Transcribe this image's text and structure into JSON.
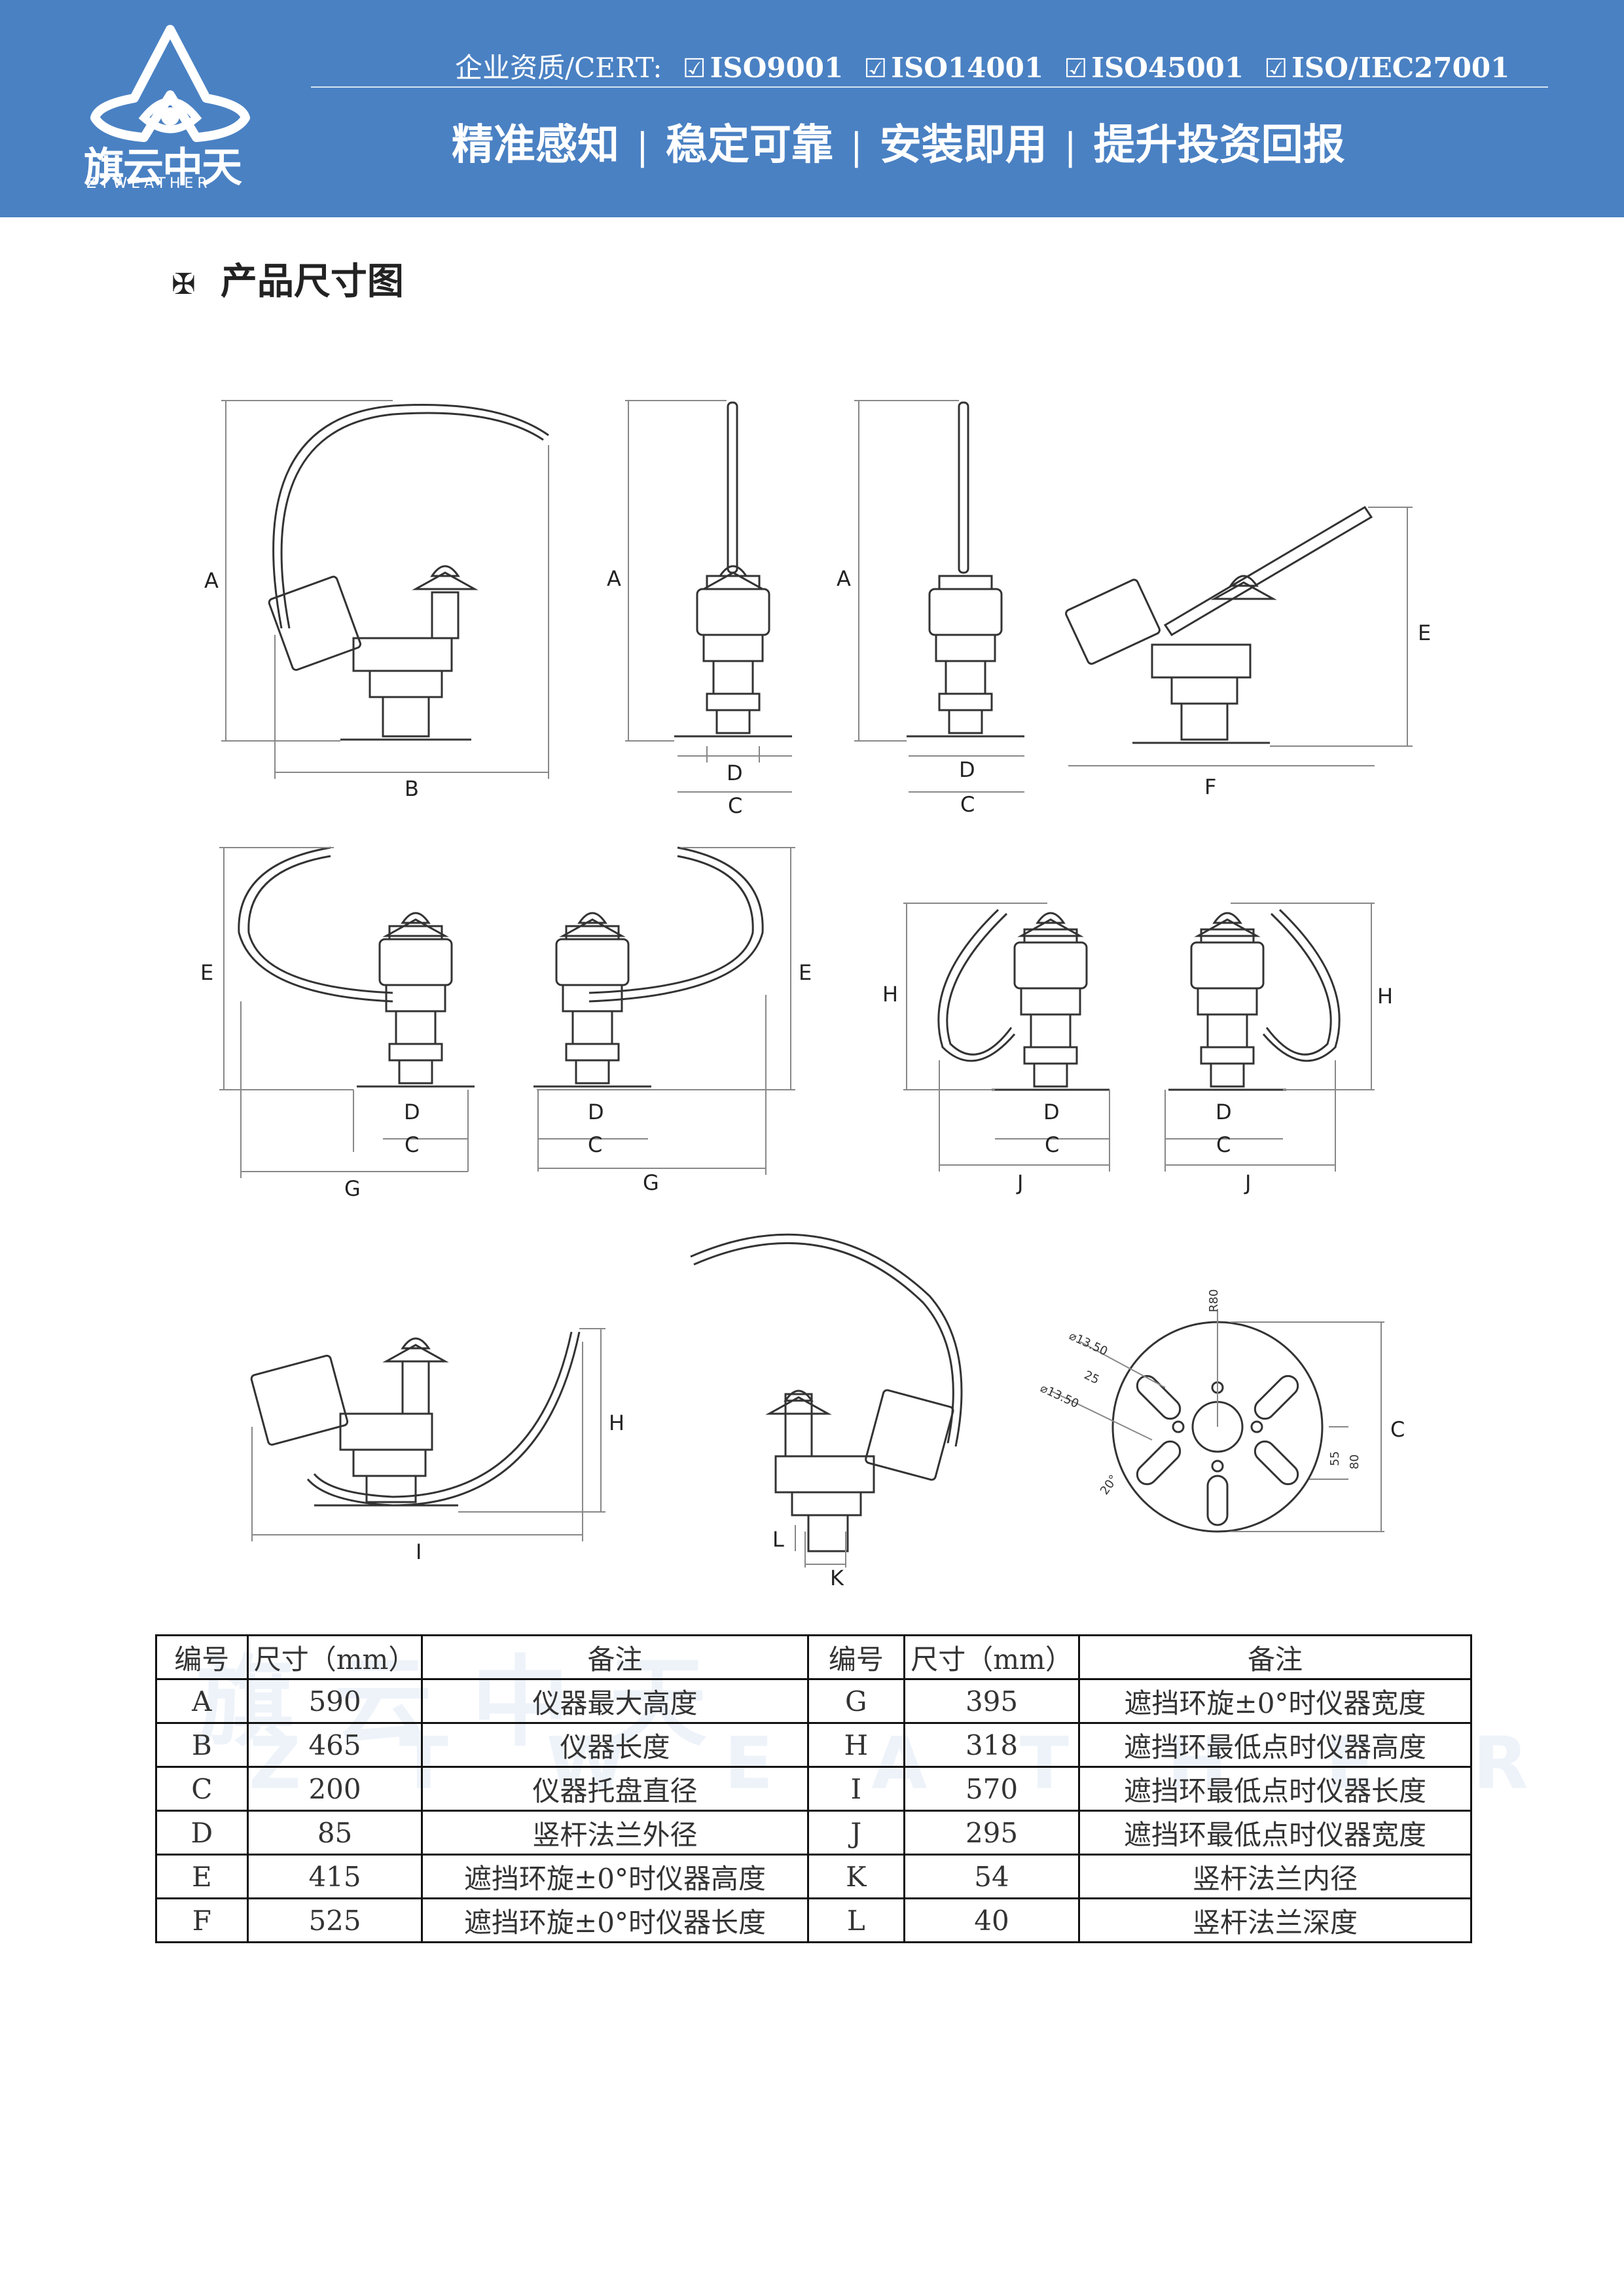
{
  "header": {
    "brand_cn": "旗云中天",
    "brand_en": "ZTWEATHER",
    "cert_prefix": "企业资质/CERT:",
    "certs": [
      "ISO9001",
      "ISO14001",
      "ISO45001",
      "ISO/IEC27001"
    ],
    "check_glyph": "☑",
    "slogans": [
      "精准感知",
      "稳定可靠",
      "安装即用",
      "提升投资回报"
    ],
    "slogan_separator": "|",
    "accent_color": "#4a81c3"
  },
  "section": {
    "mark": "✠",
    "title": "产品尺寸图"
  },
  "drawing": {
    "dim_labels": {
      "A": "A",
      "B": "B",
      "C": "C",
      "D": "D",
      "E": "E",
      "F": "F",
      "G": "G",
      "H": "H",
      "I": "I",
      "J": "J",
      "K": "K",
      "L": "L"
    },
    "plate_notes": [
      "R80",
      "⌀13.50",
      "25",
      "⌀13.50",
      "55",
      "80",
      "20°"
    ]
  },
  "table": {
    "headers": [
      "编号",
      "尺寸（mm）",
      "备注",
      "编号",
      "尺寸（mm）",
      "备注"
    ],
    "rows": [
      [
        "A",
        "590",
        "仪器最大高度",
        "G",
        "395",
        "遮挡环旋±0°时仪器宽度"
      ],
      [
        "B",
        "465",
        "仪器长度",
        "H",
        "318",
        "遮挡环最低点时仪器高度"
      ],
      [
        "C",
        "200",
        "仪器托盘直径",
        "I",
        "570",
        "遮挡环最低点时仪器长度"
      ],
      [
        "D",
        "85",
        "竖杆法兰外径",
        "J",
        "295",
        "遮挡环最低点时仪器宽度"
      ],
      [
        "E",
        "415",
        "遮挡环旋±0°时仪器高度",
        "K",
        "54",
        "竖杆法兰内径"
      ],
      [
        "F",
        "525",
        "遮挡环旋±0°时仪器长度",
        "L",
        "40",
        "竖杆法兰深度"
      ]
    ]
  }
}
